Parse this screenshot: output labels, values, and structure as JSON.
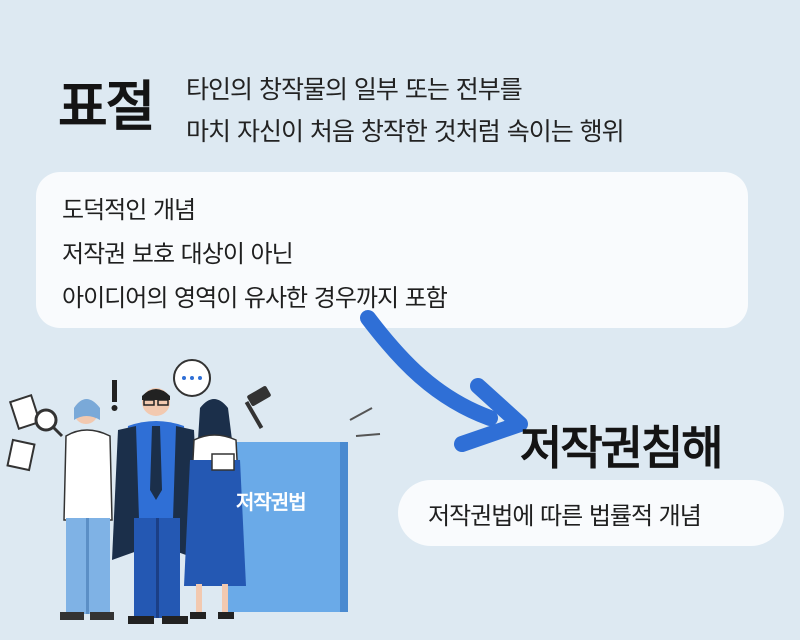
{
  "plagiarism": {
    "term": "표절",
    "definition_line1": "타인의 창작물의 일부 또는 전부를",
    "definition_line2": "마치 자신이 처음 창작한 것처럼 속이는 행위"
  },
  "plagiarism_card": {
    "items": [
      "도덕적인 개념",
      "저작권 보호 대상이 아닌",
      "아이디어의 영역이 유사한 경우까지 포함"
    ]
  },
  "infringement": {
    "term": "저작권침해",
    "definition": "저작권법에 따른 법률적 개념"
  },
  "illustration": {
    "book_label": "저작권법",
    "speech_bubble": "...",
    "exclamation": "!"
  },
  "colors": {
    "background": "#dde9f2",
    "card": "#f9fbfd",
    "arrow": "#2f6fd6",
    "book": "#6aaae8"
  }
}
